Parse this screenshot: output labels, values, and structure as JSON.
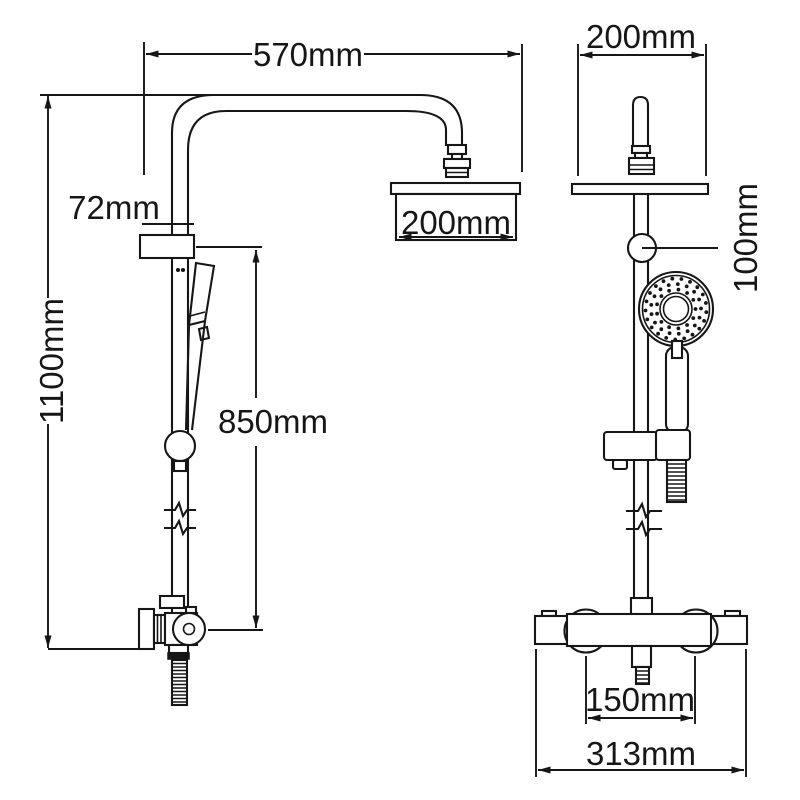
{
  "drawing": {
    "type": "technical-dimension-diagram",
    "subject": "thermostatic shower column, front and side elevation",
    "unit": "mm"
  },
  "colors": {
    "line": "#161616",
    "background": "#ffffff"
  },
  "dims": {
    "front_width": "570mm",
    "bracket": "72mm",
    "height": "1100mm",
    "rail": "850mm",
    "head": "200mm",
    "side_width": "200mm",
    "drop": "100mm",
    "centres": "150mm",
    "body_width": "313mm"
  }
}
